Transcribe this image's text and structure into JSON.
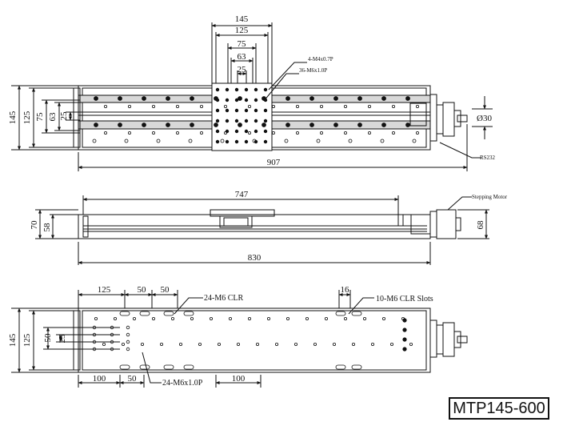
{
  "model": "MTP145-600",
  "top_view": {
    "width_dims": [
      "145",
      "125",
      "75",
      "63",
      "25"
    ],
    "height_dims": [
      "145",
      "125",
      "75",
      "63",
      "25"
    ],
    "length_dim": "907",
    "callouts": {
      "tapped_small": "4-M4x0.7P",
      "tapped_main": "36-M6x1.0P",
      "shaft_dia": "Ø30",
      "connector": "RS232"
    }
  },
  "side_view": {
    "travel_dim": "747",
    "body_length_dim": "830",
    "height_outer": "70",
    "height_inner": "58",
    "motor_height": "68",
    "motor_label": "Stepping Motor"
  },
  "bottom_view": {
    "top_dims": [
      "125",
      "50",
      "50"
    ],
    "slot_width": "16",
    "clr_label": "24-M6 CLR",
    "slot_label": "10-M6 CLR Slots",
    "height_dims": [
      "145",
      "125",
      "50",
      "25"
    ],
    "bottom_dims": [
      "100",
      "50",
      "100"
    ],
    "tap_label": "24-M6x1.0P"
  },
  "colors": {
    "line": "#111111",
    "paper": "#ffffff"
  }
}
